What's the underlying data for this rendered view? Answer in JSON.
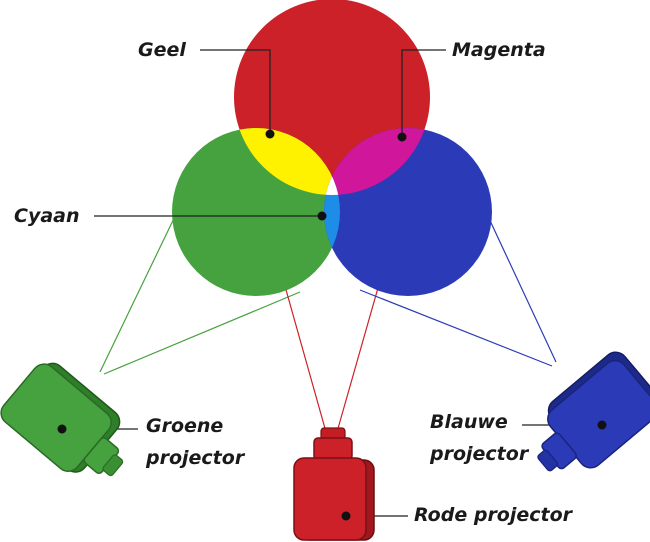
{
  "labels": {
    "geel": "Geel",
    "magenta": "Magenta",
    "cyaan": "Cyaan",
    "groene_line1": "Groene",
    "groene_line2": "projector",
    "blauwe_line1": "Blauwe",
    "blauwe_line2": "projector",
    "rode": "Rode projector"
  },
  "colors": {
    "red": "#cc2128",
    "green": "#46a23e",
    "blue": "#2b3bb8",
    "yellow": "#fff200",
    "magenta": "#d0169a",
    "cyan": "#1e8de8",
    "white": "#ffffff",
    "label_text": "#1a1a1a",
    "leader_line": "#222222"
  }
}
